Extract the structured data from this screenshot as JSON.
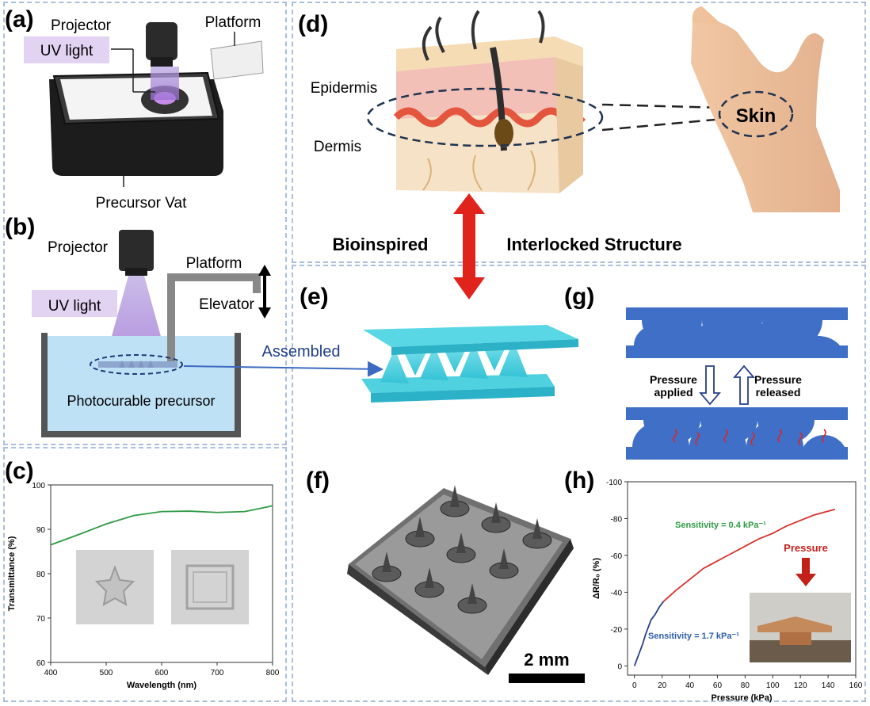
{
  "panels": {
    "a": {
      "label": "(a)",
      "projector": "Projector",
      "uv": "UV light",
      "platform": "Platform",
      "vat": "Precursor Vat"
    },
    "b": {
      "label": "(b)",
      "projector": "Projector",
      "uv": "UV light",
      "platform": "Platform",
      "elevator": "Elevator",
      "precursor": "Photocurable precursor"
    },
    "c": {
      "label": "(c)"
    },
    "d": {
      "label": "(d)",
      "epidermis": "Epidermis",
      "dermis": "Dermis",
      "skin": "Skin",
      "bioinspired": "Bioinspired",
      "interlocked": "Interlocked Structure"
    },
    "e": {
      "label": "(e)",
      "assembled": "Assembled"
    },
    "f": {
      "label": "(f)",
      "scale": "2 mm"
    },
    "g": {
      "label": "(g)",
      "applied_1": "Pressure",
      "applied_2": "applied",
      "released_1": "Pressure",
      "released_2": "released"
    },
    "h": {
      "label": "(h)",
      "pressure_tag": "Pressure"
    }
  },
  "colors": {
    "uv": "#d9c8f0",
    "accent_red": "#e0241b",
    "blue_struct": "#3f6fc6",
    "cyan": "#4fd1e0",
    "liquid": "#bfe1f5",
    "green": "#2f9a45"
  },
  "chart_data": [
    {
      "type": "line",
      "panel": "c",
      "xlabel": "Wavelength (nm)",
      "ylabel": "Transmittance (%)",
      "xlim": [
        400,
        800
      ],
      "ylim": [
        60,
        100
      ],
      "xticks": [
        400,
        500,
        600,
        700,
        800
      ],
      "yticks": [
        60,
        70,
        80,
        90,
        100
      ],
      "series": [
        {
          "x": [
            400,
            450,
            500,
            550,
            600,
            650,
            700,
            750,
            800
          ],
          "y": [
            86.5,
            88.8,
            91.2,
            93.1,
            94.0,
            94.1,
            93.8,
            94.0,
            95.3
          ],
          "color": "#2f9a45"
        }
      ]
    },
    {
      "type": "line",
      "panel": "h",
      "xlabel": "Pressure (kPa)",
      "ylabel": "ΔR/R₀ (%)",
      "xlim": [
        -5,
        160
      ],
      "ylim": [
        5,
        -100
      ],
      "xticks": [
        0,
        20,
        40,
        60,
        80,
        100,
        120,
        140,
        160
      ],
      "yticks": [
        0,
        -20,
        -40,
        -60,
        -80,
        -100
      ],
      "annotations": [
        {
          "text": "Sensitivity = 0.4 kPa⁻¹",
          "color": "#2f9a45"
        },
        {
          "text": "Sensitivity = 1.7 kPa⁻¹",
          "color": "#2c5fa8"
        }
      ],
      "series": [
        {
          "x": [
            0,
            2,
            4,
            6,
            8,
            10,
            12,
            15,
            18,
            21
          ],
          "y": [
            0,
            -4,
            -8,
            -12,
            -17,
            -21,
            -25,
            -28,
            -32,
            -35
          ],
          "color": "#27408b"
        },
        {
          "x": [
            21,
            30,
            40,
            50,
            60,
            70,
            80,
            90,
            100,
            110,
            120,
            130,
            140,
            145
          ],
          "y": [
            -35,
            -41,
            -47,
            -53,
            -57,
            -61,
            -65,
            -69,
            -72,
            -76,
            -79,
            -82,
            -84,
            -85
          ],
          "color": "#d8312c"
        }
      ]
    }
  ]
}
